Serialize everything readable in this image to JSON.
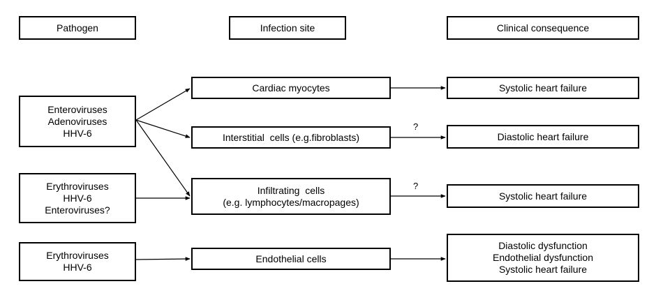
{
  "headers": {
    "pathogen": "Pathogen",
    "infection_site": "Infection site",
    "clinical_consequence": "Clinical consequence"
  },
  "pathogens": [
    {
      "lines": [
        "Enteroviruses",
        "Adenoviruses",
        "HHV-6"
      ]
    },
    {
      "lines": [
        "Erythroviruses",
        "HHV-6",
        "Enteroviruses?"
      ]
    },
    {
      "lines": [
        "Erythroviruses",
        "HHV-6"
      ]
    }
  ],
  "sites": [
    {
      "lines": [
        "Cardiac myocytes"
      ]
    },
    {
      "lines": [
        "Interstitial  cells (e.g.fibroblasts)"
      ]
    },
    {
      "lines": [
        "Infiltrating  cells",
        "(e.g. lymphocytes/macropages)"
      ]
    },
    {
      "lines": [
        "Endothelial cells"
      ]
    }
  ],
  "consequences": [
    {
      "lines": [
        "Systolic heart failure"
      ]
    },
    {
      "lines": [
        "Diastolic heart failure"
      ]
    },
    {
      "lines": [
        "Systolic heart failure"
      ]
    },
    {
      "lines": [
        "Diastolic dysfunction",
        "Endothelial dysfunction",
        "Systolic heart failure"
      ]
    }
  ],
  "uncertain_marks": [
    "?",
    "?"
  ]
}
